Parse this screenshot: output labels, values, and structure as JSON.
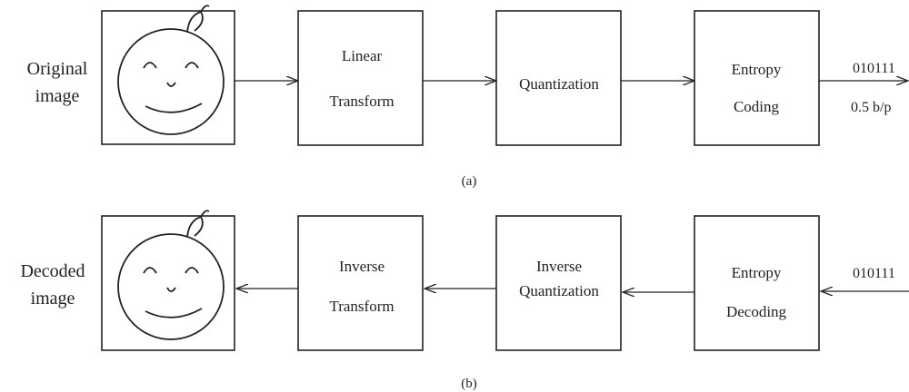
{
  "diagram_a": {
    "input_label_line1": "Original",
    "input_label_line2": "image",
    "block1_line1": "Linear",
    "block1_line2": "Transform",
    "block2_line1": "Quantization",
    "block3_line1": "Entropy",
    "block3_line2": "Coding",
    "output_bits": "010111",
    "output_rate": "0.5 b/p",
    "caption": "(a)"
  },
  "diagram_b": {
    "output_label_line1": "Decoded",
    "output_label_line2": "image",
    "block1_line1": "Inverse",
    "block1_line2": "Transform",
    "block2_line1": "Inverse",
    "block2_line2": "Quantization",
    "block3_line1": "Entropy",
    "block3_line2": "Decoding",
    "input_bits": "010111",
    "caption": "(b)"
  }
}
